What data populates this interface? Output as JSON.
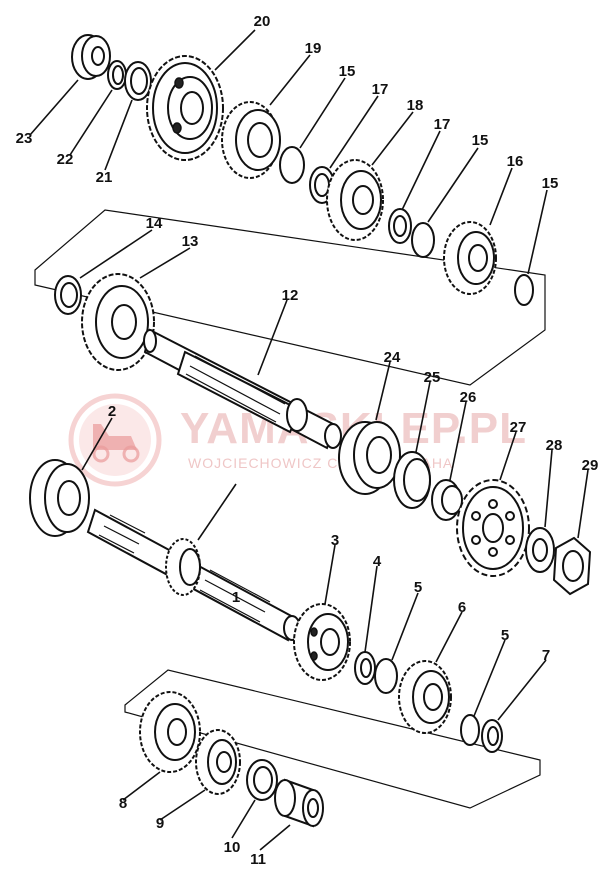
{
  "watermark": {
    "line1": "YAMASKLEP.PL",
    "line2": "WOJCIECHOWICZ  CZĘŚCI YAMAHA",
    "color": "#e7a9a9"
  },
  "callouts": [
    "1",
    "2",
    "3",
    "4",
    "5",
    "5",
    "6",
    "7",
    "8",
    "9",
    "10",
    "11",
    "12",
    "13",
    "14",
    "15",
    "15",
    "15",
    "16",
    "17",
    "17",
    "18",
    "19",
    "20",
    "21",
    "22",
    "23",
    "24",
    "25",
    "26",
    "27",
    "28",
    "29"
  ]
}
